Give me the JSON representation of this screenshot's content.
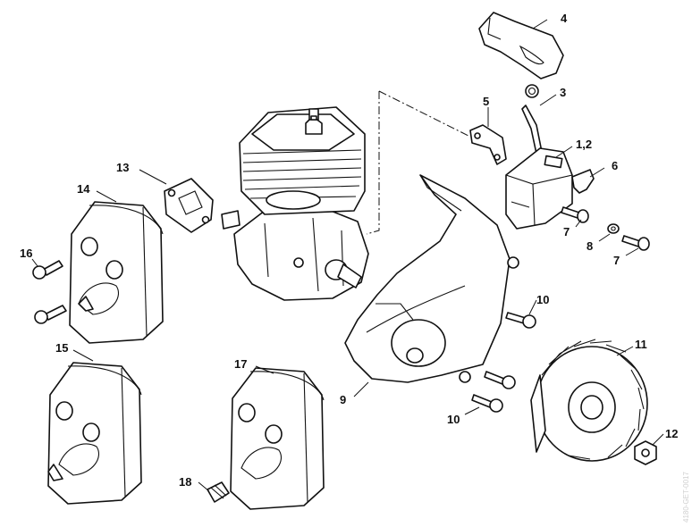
{
  "callouts": [
    {
      "id": "c4",
      "label": "4"
    },
    {
      "id": "c3",
      "label": "3"
    },
    {
      "id": "c5",
      "label": "5"
    },
    {
      "id": "c12a",
      "label": "1,2"
    },
    {
      "id": "c6",
      "label": "6"
    },
    {
      "id": "c7a",
      "label": "7"
    },
    {
      "id": "c8",
      "label": "8"
    },
    {
      "id": "c7b",
      "label": "7"
    },
    {
      "id": "c13",
      "label": "13"
    },
    {
      "id": "c14",
      "label": "14"
    },
    {
      "id": "c16",
      "label": "16"
    },
    {
      "id": "c10a",
      "label": "10"
    },
    {
      "id": "c11",
      "label": "11"
    },
    {
      "id": "c9",
      "label": "9"
    },
    {
      "id": "c15",
      "label": "15"
    },
    {
      "id": "c17",
      "label": "17"
    },
    {
      "id": "c10b",
      "label": "10"
    },
    {
      "id": "c12b",
      "label": "12"
    },
    {
      "id": "c18",
      "label": "18"
    }
  ],
  "watermark": "4180-GET-0017"
}
